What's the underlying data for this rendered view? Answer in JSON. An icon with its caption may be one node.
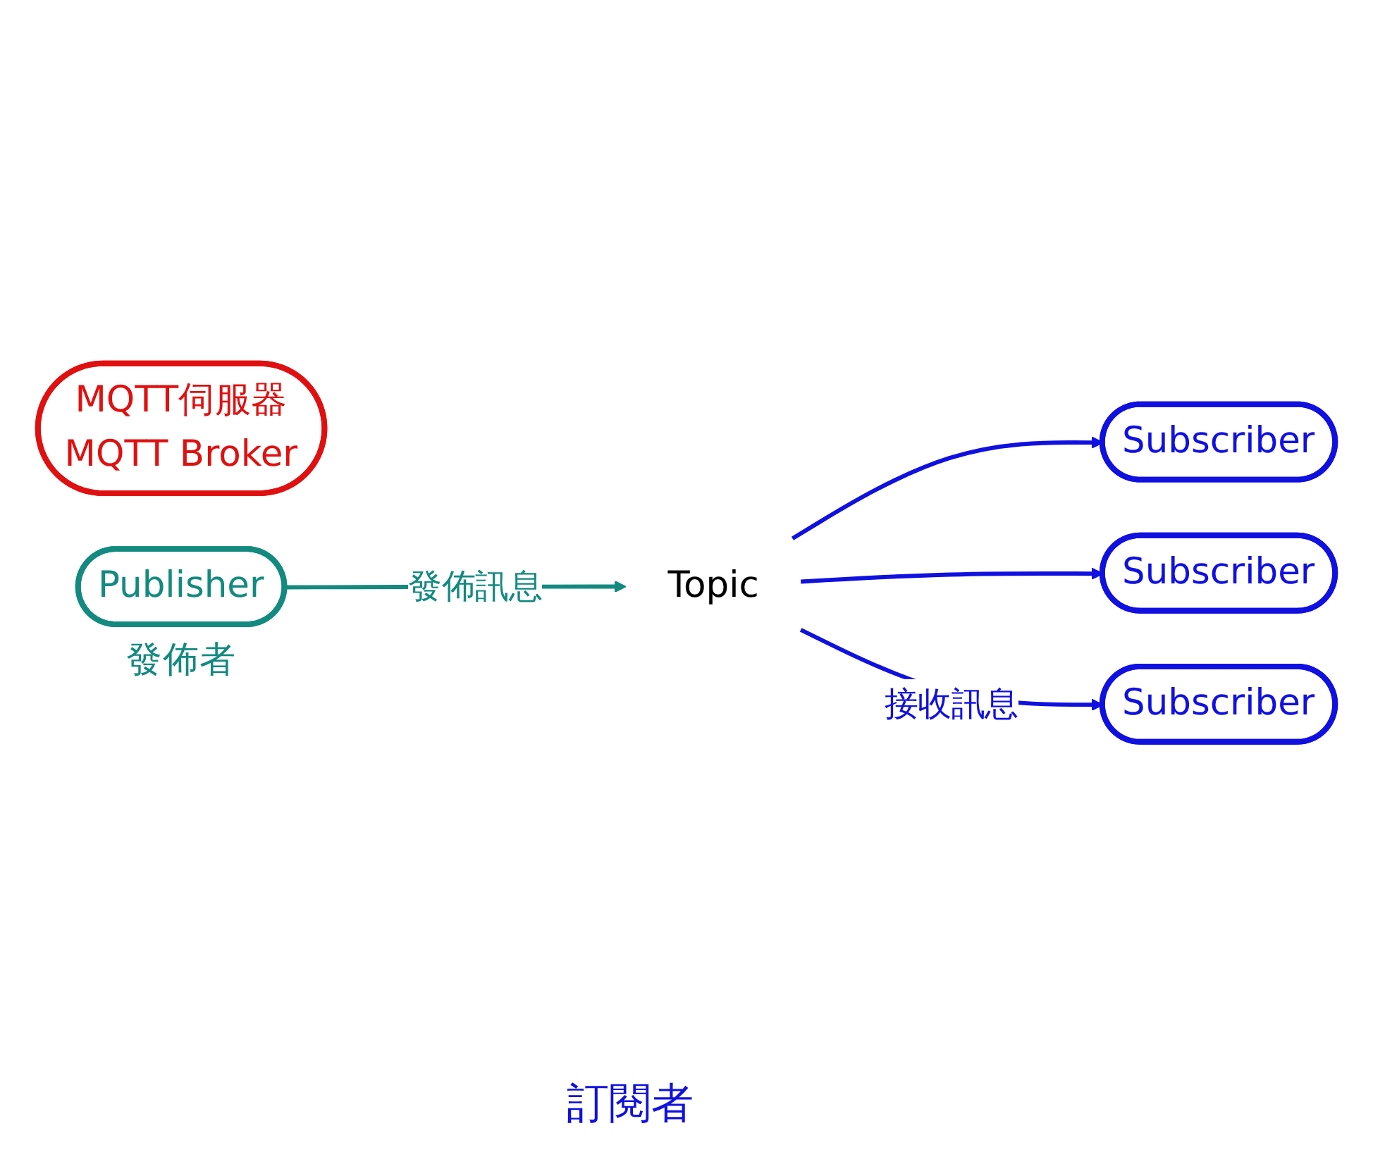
{
  "diagram": {
    "nodes": [
      {
        "text": [
          "MQTT伺服器",
          "MQTT Broker"
        ]
      },
      {
        "text": [
          "Topic"
        ]
      },
      {
        "text": [
          "Publisher"
        ],
        "beside": [
          "發佈者"
        ]
      },
      {
        "text": [
          "Subscriber"
        ]
      },
      {
        "text": [
          "Subscriber"
        ]
      },
      {
        "text": [
          "Subscriber"
        ]
      }
    ],
    "edges": [
      {
        "from": 2,
        "to": 1,
        "arrow": "to",
        "label": "發佈訊息",
        "color": "#138a80"
      },
      {
        "from": 1,
        "to": 3,
        "arrow": "to"
      },
      {
        "from": 1,
        "to": 4,
        "arrow": "to"
      },
      {
        "from": 1,
        "to": 5,
        "arrow": "to",
        "label": "接收訊息"
      }
    ],
    "labels": [
      "訂閱者"
    ]
  }
}
